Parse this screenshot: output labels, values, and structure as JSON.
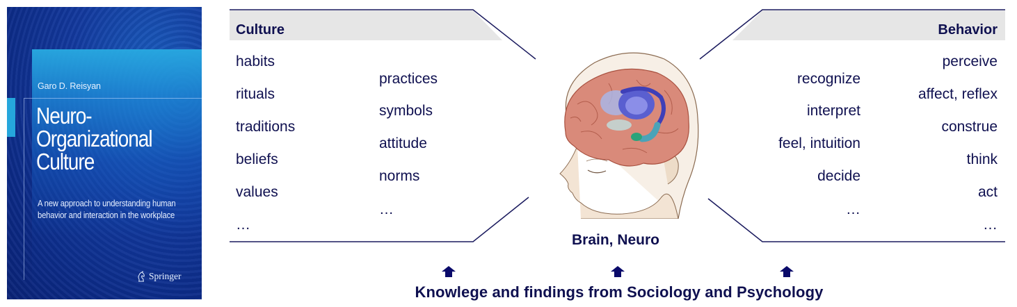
{
  "book_cover": {
    "author": "Garo D. Reisyan",
    "title_line1": "Neuro-",
    "title_line2": "Organizational",
    "title_line3": "Culture",
    "subtitle": "A new approach to understanding human behavior and interaction in the workplace",
    "publisher": "Springer",
    "publisher_icon": "springer-knight-icon",
    "colors": {
      "background": "#0c2a86",
      "accent": "#25a6dc"
    }
  },
  "culture_panel": {
    "header": "Culture",
    "column1": [
      "habits",
      "rituals",
      "traditions",
      "beliefs",
      "values",
      "…"
    ],
    "column2": [
      "practices",
      "symbols",
      "attitude",
      "norms",
      "…"
    ]
  },
  "behavior_panel": {
    "header": "Behavior",
    "column1": [
      "recognize",
      "interpret",
      "feel, intuition",
      "decide",
      "…"
    ],
    "column2": [
      "perceive",
      "affect, reflex",
      "construe",
      "think",
      "act",
      "…"
    ]
  },
  "center": {
    "image": "brain-head-illustration",
    "label": "Brain, Neuro"
  },
  "footer": {
    "arrow_icon": "arrow-up-icon",
    "label": "Knowlege and findings from Sociology and Psychology"
  },
  "colors": {
    "text": "#0f1050",
    "line": "#1a1a5e",
    "header_band": "#e6e6e6"
  }
}
